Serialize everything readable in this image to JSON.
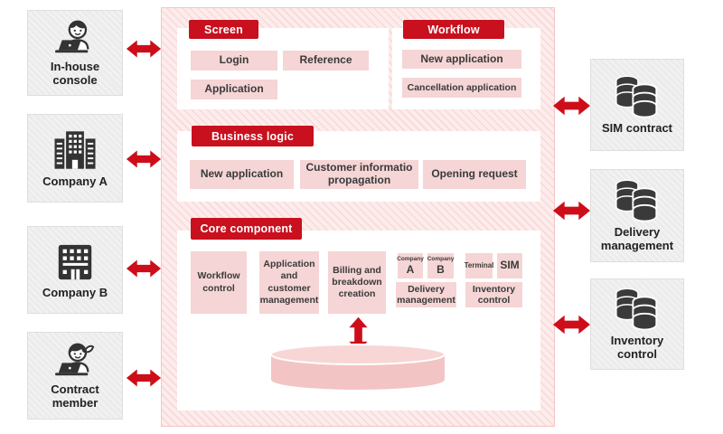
{
  "colors": {
    "accent_red": "#c8101e",
    "arrow_red": "#cd0e1a",
    "button_pink": "#f5d5d5",
    "container_pink": "#fdecec",
    "node_gray": "#ececec",
    "icon_dark": "#333333",
    "cylinder_body": "#f3c4c4",
    "cylinder_top": "#f8d6d6"
  },
  "left_nodes": [
    {
      "label": "In-house\nconsole"
    },
    {
      "label": "Company A"
    },
    {
      "label": "Company B"
    },
    {
      "label": "Contract\nmember"
    }
  ],
  "right_nodes": [
    {
      "label": "SIM contract"
    },
    {
      "label": "Delivery\nmanagement"
    },
    {
      "label": "Inventory\ncontrol"
    }
  ],
  "panels": {
    "screen": {
      "title": "Screen",
      "buttons": [
        "Login",
        "Reference",
        "Application"
      ]
    },
    "workflow": {
      "title": "Workflow",
      "buttons": [
        "New application",
        "Cancellation application"
      ]
    },
    "business_logic": {
      "title": "Business logic",
      "buttons": [
        "New application",
        "Customer informatio propagation",
        "Opening request"
      ]
    },
    "core_component": {
      "title": "Core component",
      "buttons": [
        "Workflow control",
        "Application and customer management",
        "Billing and breakdown creation"
      ],
      "company_a": {
        "caption": "Company",
        "label": "A"
      },
      "company_b": {
        "caption": "Company",
        "label": "B"
      },
      "terminal": {
        "label": "Terminal"
      },
      "sim": {
        "label": "SIM"
      },
      "delivery": {
        "label": "Delivery management"
      },
      "inventory": {
        "label": "Inventory control"
      }
    }
  }
}
